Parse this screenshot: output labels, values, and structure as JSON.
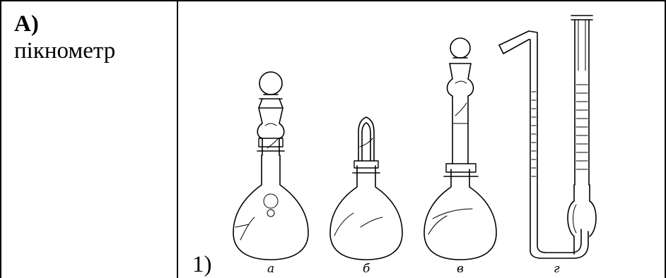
{
  "left_cell": {
    "label": "А)",
    "term": "пікнометр"
  },
  "right_cell": {
    "item_number": "1)",
    "captions": [
      "а",
      "б",
      "в",
      "г"
    ]
  }
}
